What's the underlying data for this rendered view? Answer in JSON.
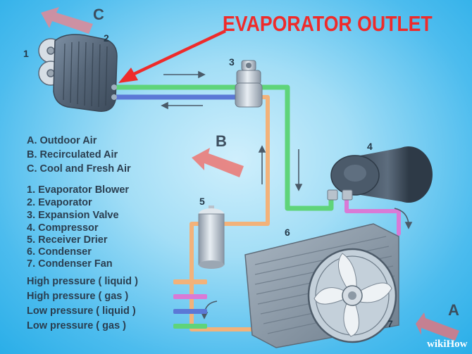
{
  "callout": {
    "label": "EVAPORATOR OUTLET",
    "color": "#ee2b2b"
  },
  "airflow_letters": [
    "A",
    "B",
    "C"
  ],
  "air_types": [
    "A. Outdoor Air",
    "B. Recirculated Air",
    "C. Cool and Fresh Air"
  ],
  "components": [
    "1. Evaporator Blower",
    "2. Evaporator",
    "3. Expansion Valve",
    "4. Compressor",
    "5. Receiver Drier",
    "6. Condenser",
    "7. Condenser Fan"
  ],
  "component_numbers": [
    "1",
    "2",
    "3",
    "4",
    "5",
    "6",
    "7"
  ],
  "legend": [
    {
      "label": "High pressure ( liquid )",
      "color": "#f2b27a"
    },
    {
      "label": "High pressure ( gas )",
      "color": "#d97ad6"
    },
    {
      "label": "Low pressure ( liquid )",
      "color": "#5b78d6"
    },
    {
      "label": "Low pressure ( gas )",
      "color": "#5fd47a"
    }
  ],
  "watermark": "wikiHow"
}
